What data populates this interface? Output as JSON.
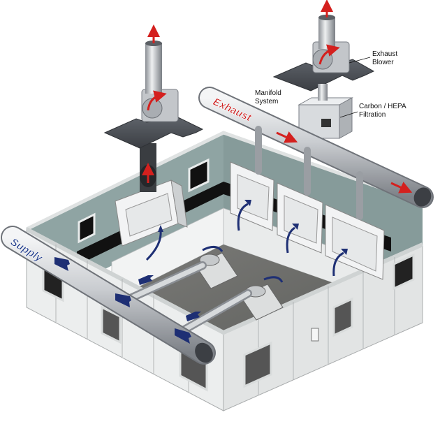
{
  "labels": {
    "exhaust_blower": [
      "Exhaust",
      "Blower"
    ],
    "manifold_system": [
      "Manifold",
      "System"
    ],
    "filtration": [
      "Carbon / HEPA",
      "Filtration"
    ],
    "exhaust_pipe": "Exhaust",
    "supply_pipe": "Supply"
  },
  "colors": {
    "arrow_blue": "#1e2f74",
    "arrow_red": "#d4201e",
    "exhaust_text": "#cc1f1f",
    "supply_text": "#1e3a8a",
    "wall_interior": "#8fa4a3",
    "floor": "#6d6d6a",
    "panel": "#eceeee",
    "roof_plate": "#4b4f55",
    "pipe": "#c9ccd0"
  },
  "icons": [
    "flow-arrow-icon",
    "exhaust-arrow-icon"
  ]
}
